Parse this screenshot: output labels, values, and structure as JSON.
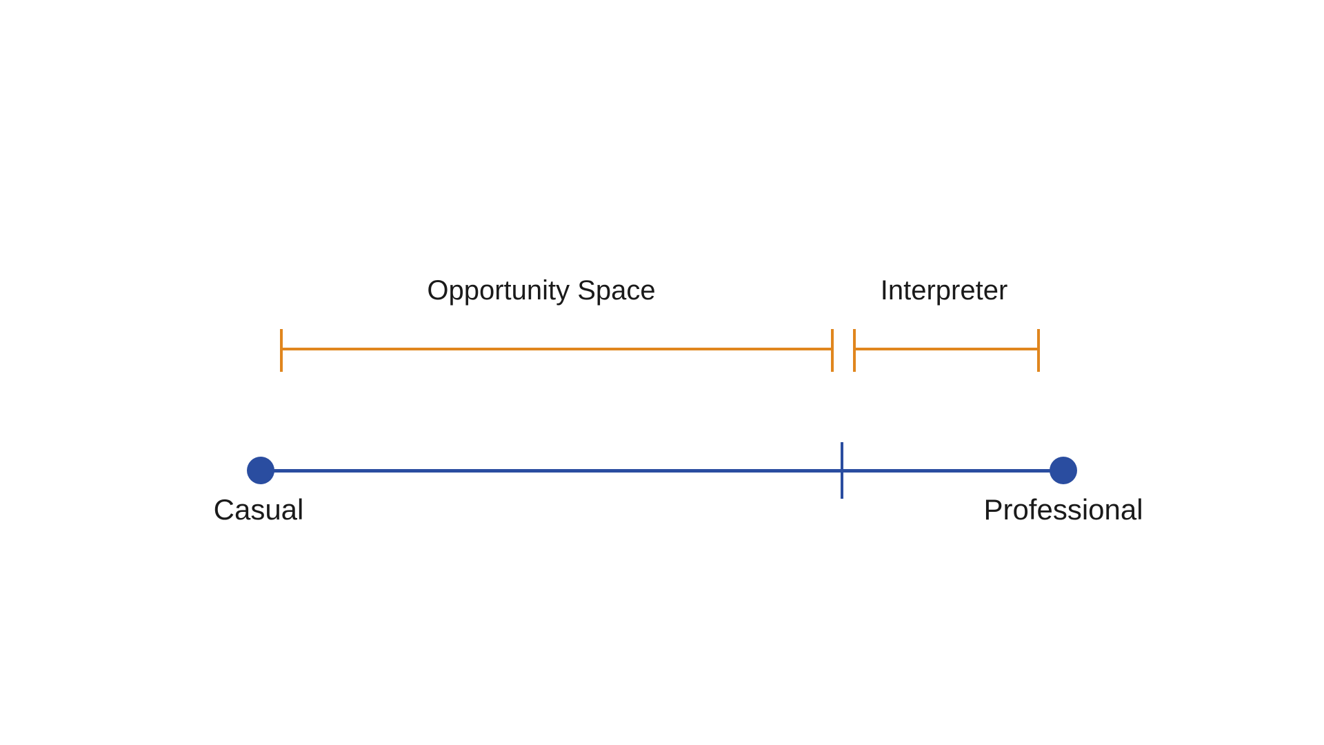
{
  "colors": {
    "orange": "#E0861E",
    "blue": "#2A4DA0",
    "text": "#1A1A1A",
    "background": "#FFFFFF"
  },
  "diagram": {
    "ranges": [
      {
        "label": "Opportunity Space"
      },
      {
        "label": "Interpreter"
      }
    ],
    "spectrum": {
      "left_label": "Casual",
      "right_label": "Professional"
    }
  }
}
